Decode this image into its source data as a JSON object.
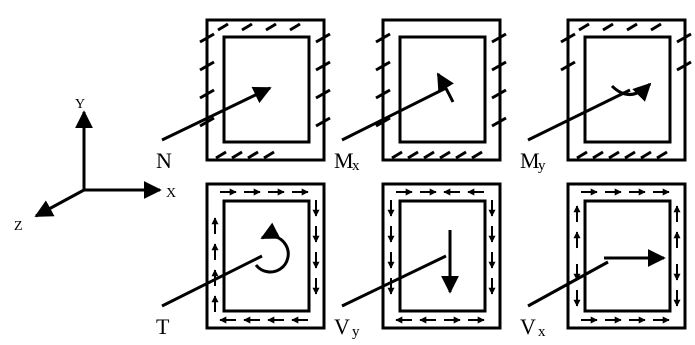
{
  "axes": {
    "y_label": "Y",
    "x_label": "X",
    "z_label": "Z"
  },
  "panels": [
    {
      "id": "N",
      "label_main": "N",
      "label_sub": ""
    },
    {
      "id": "Mx",
      "label_main": "M",
      "label_sub": "x"
    },
    {
      "id": "My",
      "label_main": "M",
      "label_sub": "y"
    },
    {
      "id": "T",
      "label_main": "T",
      "label_sub": ""
    },
    {
      "id": "Vy",
      "label_main": "V",
      "label_sub": "y"
    },
    {
      "id": "Vx",
      "label_main": "V",
      "label_sub": "x"
    }
  ]
}
